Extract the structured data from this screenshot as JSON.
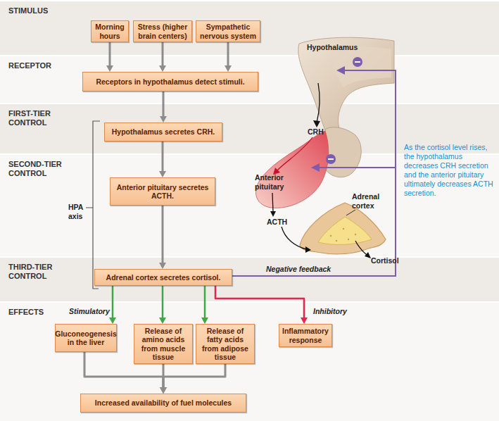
{
  "diagram": {
    "nodes": [
      {
        "text": [
          "STIMULUS"
        ]
      },
      {
        "text": [
          "Morning hours"
        ],
        "in": 0
      },
      {
        "text": [
          "Stress (higher brain centers)"
        ],
        "in": 0
      },
      {
        "text": [
          "Sympathetic nervous system"
        ],
        "in": 0
      },
      {
        "text": [
          "RECEPTOR"
        ]
      },
      {
        "text": [
          "Receptors in hypothalamus detect stimuli."
        ],
        "in": 4
      },
      {
        "text": [
          "FIRST-TIER CONTROL"
        ]
      },
      {
        "text": [
          "Hypothalamus secretes CRH."
        ],
        "in": 6
      },
      {
        "text": [
          "SECOND-TIER CONTROL"
        ]
      },
      {
        "text": [
          "Anterior pituitary secretes ACTH."
        ],
        "in": 8
      },
      {
        "text": [
          "THIRD-TIER CONTROL"
        ]
      },
      {
        "text": [
          "Adrenal cortex secretes cortisol."
        ],
        "in": 10
      },
      {
        "text": [
          "EFFECTS"
        ]
      },
      {
        "text": [
          "Gluconeogenesis in the liver"
        ],
        "in": 12
      },
      {
        "text": [
          "Release of amino acids from muscle tissue"
        ],
        "in": 12
      },
      {
        "text": [
          "Release of fatty acids from adipose tissue"
        ],
        "in": 12
      },
      {
        "text": [
          "Inflammatory response"
        ],
        "in": 12
      },
      {
        "text": [
          "Increased availability of fuel molecules"
        ],
        "in": 12
      }
    ],
    "edges": [
      {
        "from": 1,
        "to": 5,
        "arrow": "to"
      },
      {
        "from": 2,
        "to": 5,
        "arrow": "to"
      },
      {
        "from": 3,
        "to": 5,
        "arrow": "to"
      },
      {
        "from": 5,
        "to": 7,
        "arrow": "to"
      },
      {
        "from": 7,
        "to": 9,
        "arrow": "to"
      },
      {
        "from": 9,
        "to": 11,
        "arrow": "to"
      },
      {
        "from": 11,
        "to": 13,
        "arrow": "to"
      },
      {
        "from": 11,
        "to": 14,
        "arrow": "to"
      },
      {
        "from": 11,
        "to": 15,
        "arrow": "to"
      },
      {
        "from": 11,
        "to": 16,
        "arrow": "to"
      },
      {
        "from": 13,
        "to": 17,
        "arrow": "to"
      },
      {
        "from": 14,
        "to": 17,
        "arrow": "to"
      },
      {
        "from": 15,
        "to": 17,
        "arrow": "to"
      }
    ],
    "labels": [
      "Hypothalamus",
      "CRH",
      "As the cortisol level rises, the hypothalamus decreases CRH secretion and the anterior pituitary ultimately decreases ACTH secretion.",
      "Anterior pituitary",
      "HPA axis",
      "Adrenal cortex",
      "ACTH",
      "Cortisol",
      "Negative feedback",
      "Stimulatory",
      "Inhibitory"
    ]
  }
}
